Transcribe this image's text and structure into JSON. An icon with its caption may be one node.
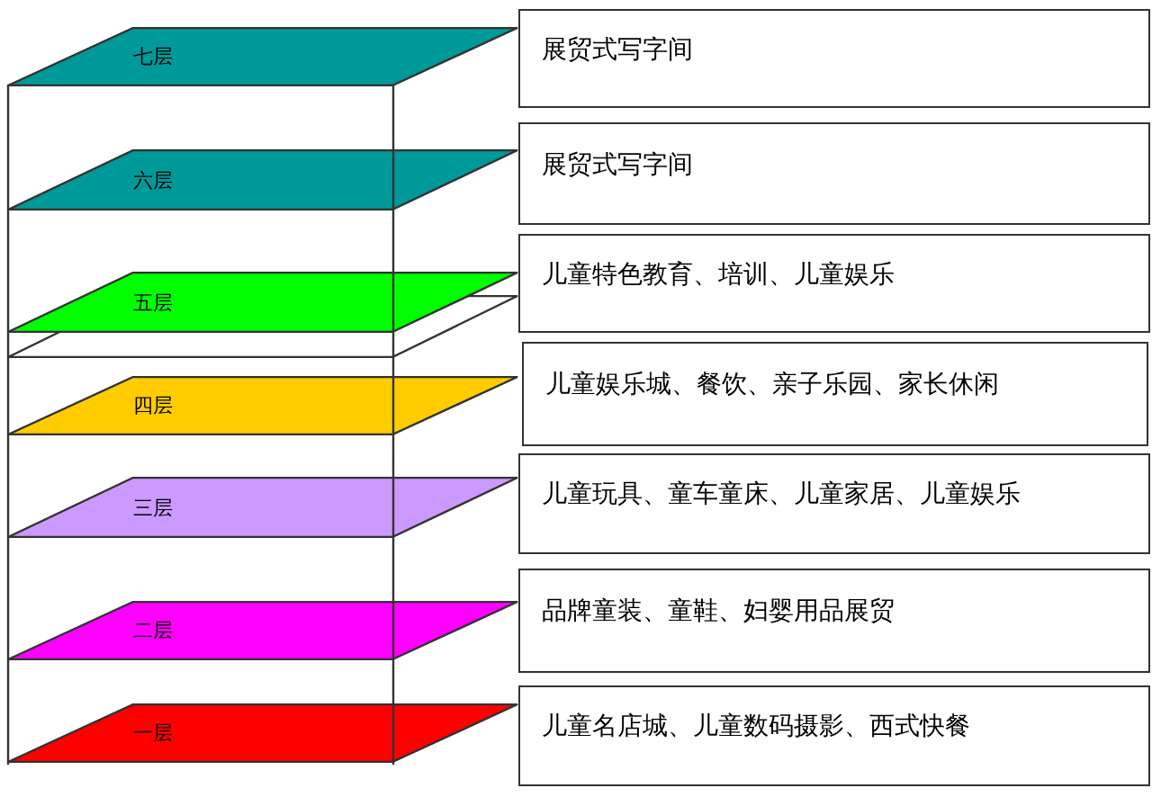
{
  "diagram": {
    "nodes": [
      {
        "text": [
          "七层"
        ]
      },
      {
        "text": [
          "展贸式写字间"
        ]
      },
      {
        "text": [
          "六层"
        ]
      },
      {
        "text": [
          "展贸式写字间"
        ]
      },
      {
        "text": [
          "五层"
        ]
      },
      {
        "text": [
          "儿童特色教育、培训、儿童娱乐"
        ]
      },
      {
        "text": [],
        "shape": "parallelogram"
      },
      {
        "text": [
          "四层"
        ]
      },
      {
        "text": [
          "儿童娱乐城、餐饮、亲子乐园、家长休闲"
        ]
      },
      {
        "text": [
          "三层"
        ]
      },
      {
        "text": [
          "儿童玩具、童车童床、儿童家居、儿童娱乐"
        ]
      },
      {
        "text": [
          "二层"
        ]
      },
      {
        "text": [
          "品牌童装、童鞋、妇婴用品展贸"
        ]
      },
      {
        "text": [
          "一层"
        ]
      },
      {
        "text": [
          "儿童名店城、儿童数码摄影、西式快餐"
        ]
      }
    ]
  }
}
